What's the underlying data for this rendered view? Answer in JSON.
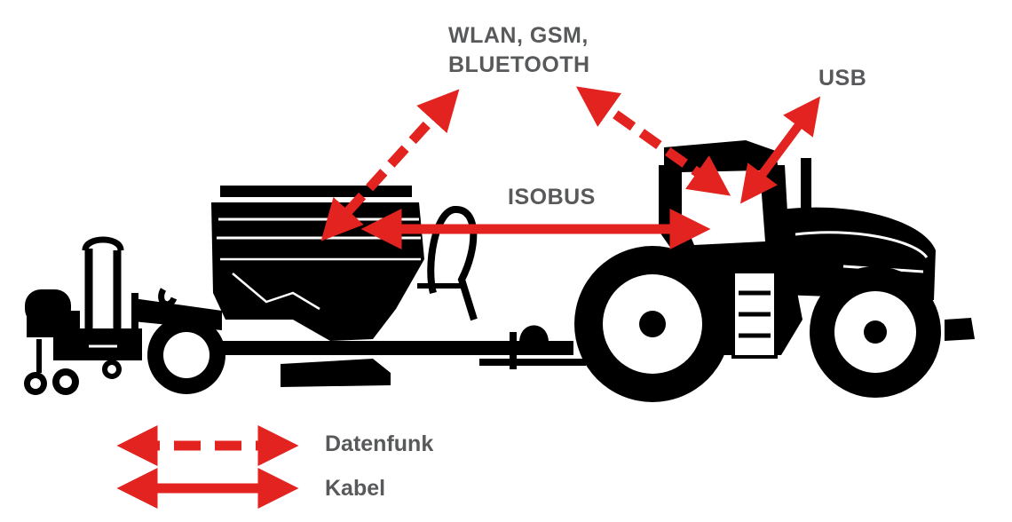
{
  "diagram": {
    "wireless_label_line1": "WLAN, GSM,",
    "wireless_label_line2": "BLUETOOTH",
    "usb_label": "USB",
    "isobus_label": "ISOBUS"
  },
  "legend": {
    "radio_label": "Datenfunk",
    "cable_label": "Kabel"
  },
  "colors": {
    "arrow": "#e3231f",
    "silhouette": "#000000",
    "label_text": "#58595b",
    "background": "#ffffff"
  },
  "icons": {
    "seeder": "seed-drill-icon",
    "tractor": "tractor-icon"
  }
}
